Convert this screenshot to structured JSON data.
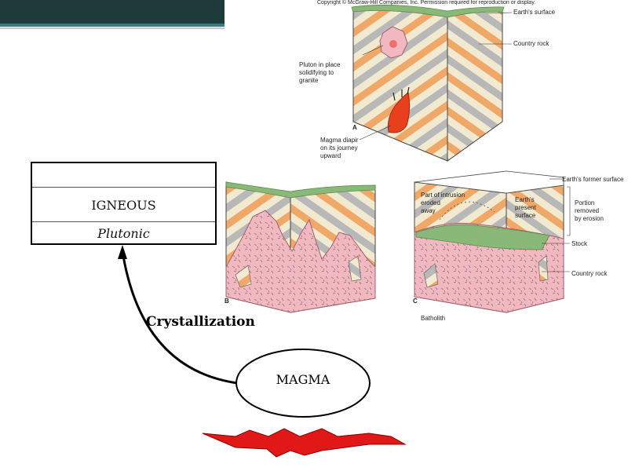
{
  "colors": {
    "header_bar": "#1e3a3a",
    "header_line_teal": "#2e8080",
    "stripe_orange": "#f0a868",
    "stripe_cream": "#f2ead0",
    "stripe_gray": "#b8b8b8",
    "surface_green": "#8ab878",
    "pluton_pink": "#f2b8c0",
    "magma_red": "#e8401e",
    "explosion_red": "#e01818"
  },
  "copyright": "Copyright © McGraw-Hill Companies, Inc. Permission required for reproduction or display.",
  "panel_a": {
    "letter": "A",
    "earth_surface": "Earth's surface",
    "country_rock": "Country rock",
    "pluton_label": [
      "Pluton in place",
      "solidifying to",
      "granite"
    ],
    "diapir_label": [
      "Magma diapir",
      "on its journey",
      "upward"
    ]
  },
  "panel_b": {
    "letter": "B"
  },
  "panel_c": {
    "letter": "C",
    "former_surface": "Earth's former surface",
    "intrusion_eroded": [
      "Part of intrusion",
      "eroded",
      "away"
    ],
    "present_surface": [
      "Earth's",
      "present",
      "surface"
    ],
    "portion_removed": [
      "Portion",
      "removed",
      "by erosion"
    ],
    "stock": "Stock",
    "country_rock": "Country rock",
    "batholith": "Batholith"
  },
  "rock_box": {
    "title": "IGNEOUS",
    "subtitle": "Plutonic"
  },
  "process_label": "Crystallization",
  "magma_label": "MAGMA"
}
